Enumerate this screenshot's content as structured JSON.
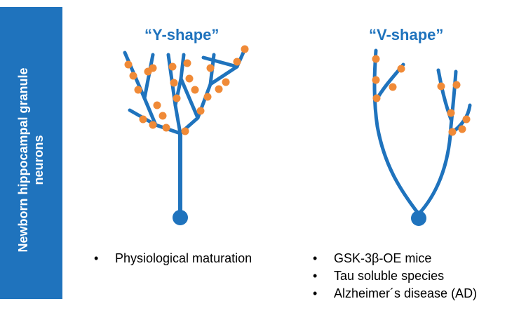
{
  "colors": {
    "neuron": "#1f73bd",
    "spine": "#f08a37",
    "band": "#1f73bd",
    "accent": "#1f73bd",
    "text": "#000000"
  },
  "side_label": {
    "line1": "Newborn hippocampal granule",
    "line2": "neurons"
  },
  "y_shape": {
    "title": "“Y-shape”",
    "notes": [
      "Physiological maturation"
    ]
  },
  "v_shape": {
    "title": "“V-shape”",
    "notes": [
      "GSK-3β-OE mice",
      "Tau soluble species",
      "Alzheimer´s disease (AD)"
    ]
  }
}
